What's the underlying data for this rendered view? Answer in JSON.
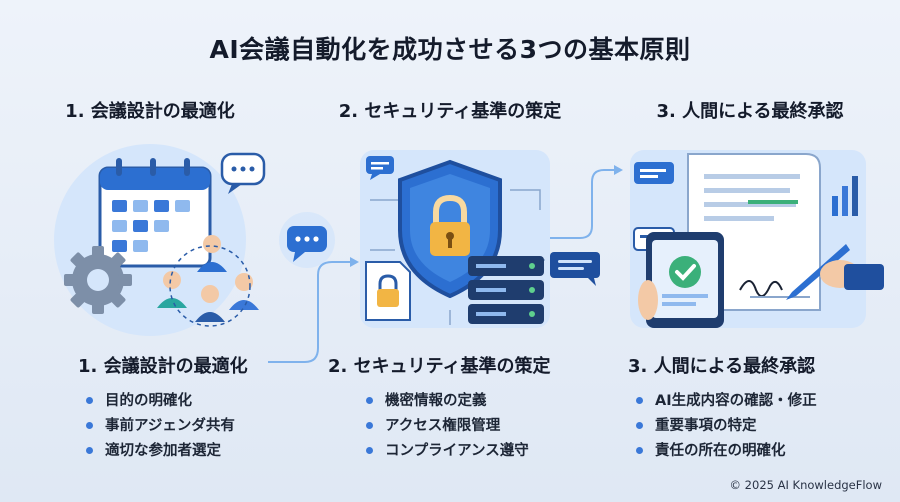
{
  "title": "AI会議自動化を成功させる3つの基本原則",
  "columns": [
    {
      "heading": "1. 会議設計の最適化",
      "subheading": "1. 会議設計の最適化",
      "bullets": [
        "目的の明確化",
        "事前アジェンダ共有",
        "適切な参加者選定"
      ],
      "icons": [
        "calendar-icon",
        "gear-icon",
        "people-icon",
        "chat-bubble-icon"
      ]
    },
    {
      "heading": "2. セキュリティ基準の策定",
      "subheading": "2. セキュリティ基準の策定",
      "bullets": [
        "機密情報の定義",
        "アクセス権限管理",
        "コンプライアンス遵守"
      ],
      "icons": [
        "shield-lock-icon",
        "server-icon",
        "locked-document-icon"
      ]
    },
    {
      "heading": "3. 人間による最終承認",
      "subheading": "3. 人間による最終承認",
      "bullets": [
        "AI生成内容の確認・修正",
        "重要事項の特定",
        "責任の所在の明確化"
      ],
      "icons": [
        "document-icon",
        "tablet-checkmark-icon",
        "signing-pen-icon"
      ]
    }
  ],
  "footer": "© 2025 AI KnowledgeFlow",
  "colors": {
    "accent": "#3a78d8",
    "dark_blue": "#1f4f9e",
    "background": "#e9eff8",
    "check_green": "#3bb07a",
    "lock_gold": "#f2b544"
  }
}
